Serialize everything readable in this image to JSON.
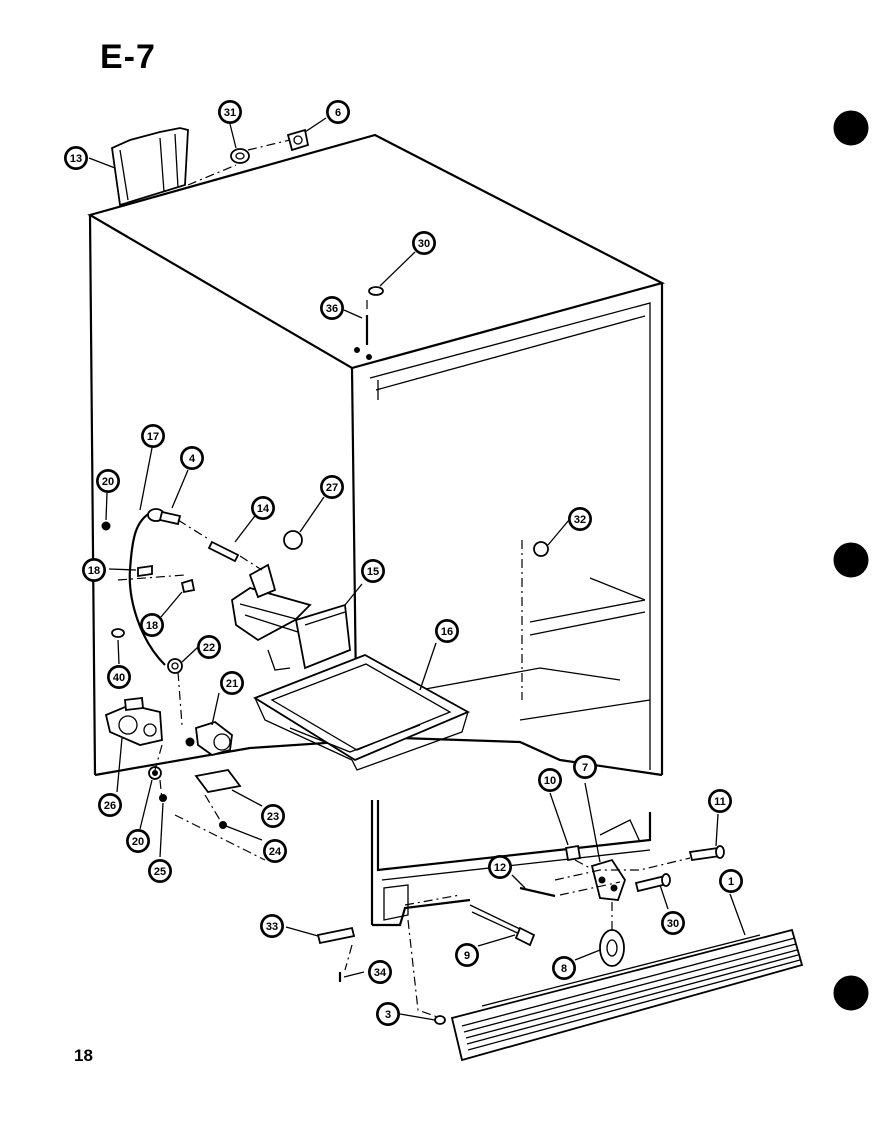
{
  "page": {
    "title": "E-7",
    "page_number": "18"
  },
  "callouts": [
    "13",
    "31",
    "6",
    "30",
    "36",
    "17",
    "4",
    "20",
    "14",
    "27",
    "32",
    "18",
    "18",
    "15",
    "16",
    "22",
    "40",
    "21",
    "26",
    "20",
    "25",
    "23",
    "24",
    "10",
    "7",
    "11",
    "12",
    "30",
    "1",
    "33",
    "9",
    "8",
    "34",
    "3"
  ],
  "colors": {
    "ink": "#000000",
    "paper": "#ffffff"
  }
}
